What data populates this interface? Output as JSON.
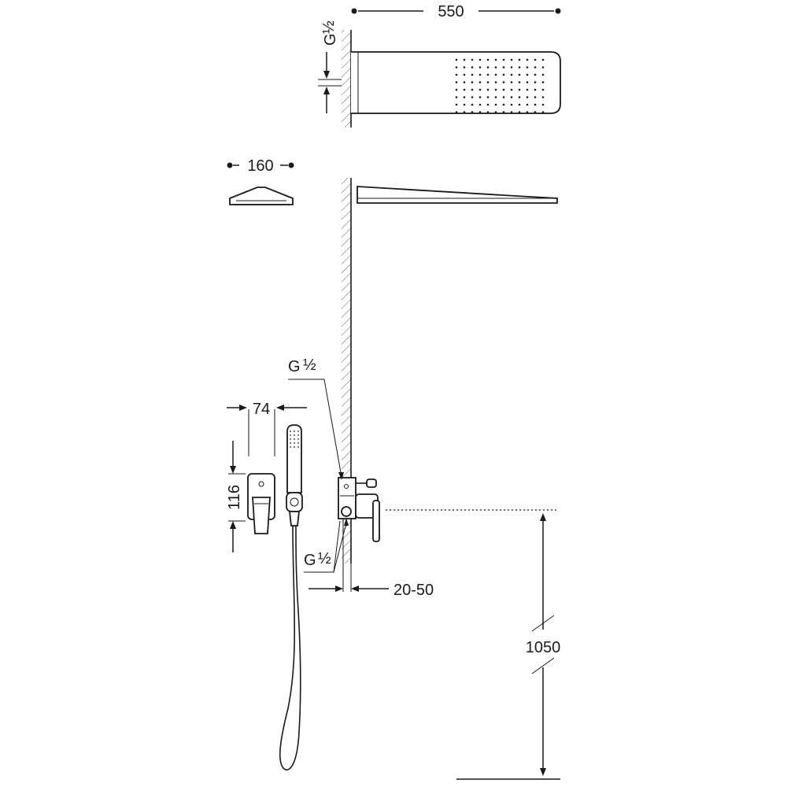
{
  "dimensions": {
    "shower_head_width": "550",
    "shower_head_connection_g": "G",
    "shower_head_connection_half": "½",
    "shower_head_profile_width": "160",
    "valve_inlet_g": "G",
    "valve_inlet_half": "½",
    "plate_width": "74",
    "plate_height": "116",
    "valve_outlet_g": "G",
    "valve_outlet_half": "½",
    "embed_depth": "20-50",
    "mounting_height": "1050"
  },
  "colors": {
    "line": "#1a1a1a",
    "background": "#ffffff"
  }
}
